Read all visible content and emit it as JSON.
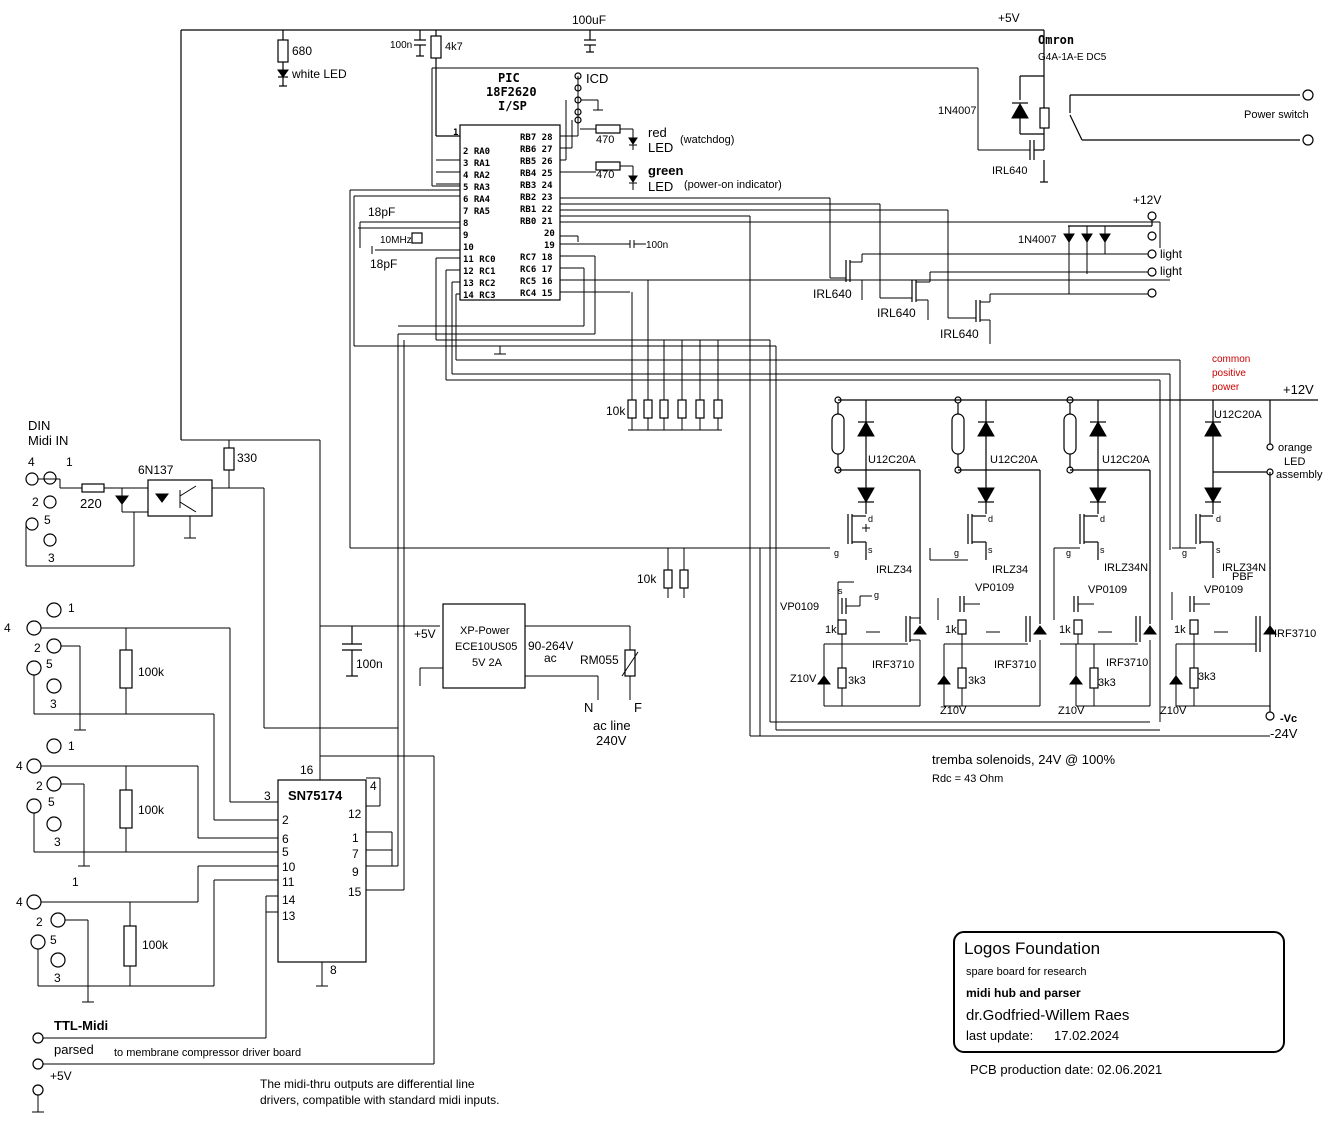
{
  "labels": {
    "cap_100uF": "100uF",
    "plus5v_top": "+5V",
    "omron": "Omron",
    "omron_part": "G4A-1A-E DC5",
    "diode_1n4007_a": "1N4007",
    "power_switch": "Power switch",
    "irl640_relay": "IRL640",
    "res_680": "680",
    "white_led": "white LED",
    "cap_100n_top": "100n",
    "res_4k7": "4k7",
    "pic_line1": "PIC",
    "pic_line2": "18F2620",
    "pic_line3": "I/SP",
    "icd": "ICD",
    "res_470_a": "470",
    "res_470_b": "470",
    "red": "red",
    "led_a": "LED",
    "watchdog": "(watchdog)",
    "green": "green",
    "led_b": "LED",
    "power_on": "(power-on indicator)",
    "cap_18pf_a": "18pF",
    "crystal": "10MHz",
    "cap_18pf_b": "18pF",
    "cap_100n_pic": "100n",
    "plus12v_top": "+12V",
    "diode_1n4007_b": "1N4007",
    "light_a": "light",
    "light_b": "light",
    "irl640_a": "IRL640",
    "irl640_b": "IRL640",
    "irl640_c": "IRL640",
    "common": "common",
    "positive": "positive",
    "power": "power",
    "plus12v_rail": "+12V",
    "res_10k_a": "10k",
    "res_10k_b": "10k",
    "u12c20a_1": "U12C20A",
    "u12c20a_2": "U12C20A",
    "u12c20a_3": "U12C20A",
    "u12c20a_4": "U12C20A",
    "orange": "orange",
    "led_assy1": "LED",
    "led_assy2": "assembly",
    "irlz34_1": "IRLZ34",
    "irlz34_2": "IRLZ34",
    "irlz34n_3": "IRLZ34N",
    "irlz34n_4": "IRLZ34N",
    "pbf": "PBF",
    "vp0109_1": "VP0109",
    "vp0109_2": "VP0109",
    "vp0109_3": "VP0109",
    "vp0109_4": "VP0109",
    "r1k": "1k",
    "irf3710": "IRF3710",
    "z10v": "Z10V",
    "r3k3": "3k3",
    "vc": "-Vc",
    "minus24v": "-24V",
    "din": "DIN",
    "midi_in": "Midi IN",
    "opto": "6N137",
    "res_220": "220",
    "res_330": "330",
    "res_100k": "100k",
    "xp_line1": "XP-Power",
    "xp_line2": "ECE10US05",
    "xp_line3": "5V 2A",
    "plus5v_psu": "+5V",
    "ac_range": "90-264V",
    "ac": "ac",
    "rm055": "RM055",
    "n": "N",
    "f": "F",
    "ac_line": "ac line",
    "ac_240": "240V",
    "cap_100n_psu": "100n",
    "sn75174": "SN75174",
    "ttl_midi": "TTL-Midi",
    "parsed": "parsed",
    "to_membrane": "to membrane compressor driver board",
    "plus5v_bottom": "+5V",
    "note_line1": "The midi-thru outputs are differential line",
    "note_line2": "drivers, compatible with standard midi inputs.",
    "tremba": "tremba solenoids, 24V @ 100%",
    "rdc": "Rdc = 43 Ohm",
    "pcb_date": "PCB production date: 02.06.2021",
    "pin_d": "d",
    "pin_s": "s",
    "pin_g": "g"
  },
  "pic_pins_left": [
    "1",
    "2  RA0",
    "3  RA1",
    "4  RA2",
    "5  RA3",
    "6  RA4",
    "7  RA5",
    "8",
    "9",
    "10",
    "11  RC0",
    "12  RC1",
    "13  RC2",
    "14  RC3"
  ],
  "pic_pins_right": [
    "RB7 28",
    "RB6 27",
    "RB5 26",
    "RB4 25",
    "RB3 24",
    "RB2 23",
    "RB1 22",
    "RB0 21",
    "20",
    "19",
    "RC7 18",
    "RC6 17",
    "RC5 16",
    "RC4 15"
  ],
  "sn_pins": {
    "p16": "16",
    "p3": "3",
    "p4": "4",
    "p12": "12",
    "p2": "2",
    "p1": "1",
    "p6": "6",
    "p7": "7",
    "p5": "5",
    "p9": "9",
    "p10": "10",
    "p11": "11",
    "p15": "15",
    "p14": "14",
    "p13": "13",
    "p8": "8"
  },
  "connector_pins": {
    "one": "1",
    "two": "2",
    "three": "3",
    "four": "4",
    "five": "5"
  },
  "title_block": {
    "org": "Logos Foundation",
    "subtitle": "spare board for research",
    "project": "midi hub and parser",
    "author": "dr.Godfried-Willem Raes",
    "update_label": "last update:",
    "update_date": "17.02.2024"
  },
  "colors": {
    "ink": "#000000",
    "annotation_red": "#cc0000",
    "paper": "#ffffff"
  }
}
